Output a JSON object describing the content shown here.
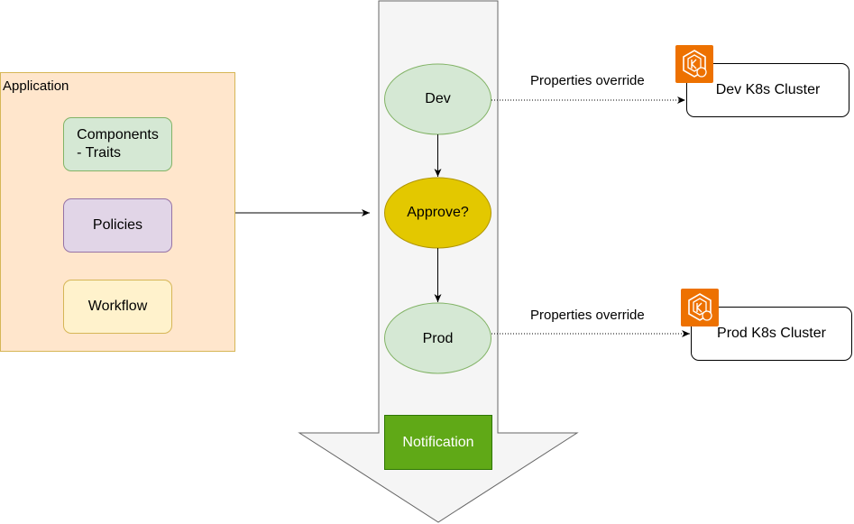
{
  "application": {
    "title": "Application",
    "components_label": "Components\n- Traits",
    "policies_label": "Policies",
    "workflow_label": "Workflow"
  },
  "workflow_steps": {
    "dev": "Dev",
    "approve": "Approve?",
    "prod": "Prod",
    "notification": "Notification"
  },
  "clusters": {
    "dev": "Dev K8s Cluster",
    "prod": "Prod K8s Cluster"
  },
  "edges": {
    "dev_override": "Properties override",
    "prod_override": "Properties override"
  },
  "icons": {
    "dev_cluster_icon": "kubernetes-eks-icon",
    "prod_cluster_icon": "kubernetes-eks-icon"
  },
  "colors": {
    "application_fill": "#ffe6cc",
    "components_fill": "#d5e8d4",
    "policies_fill": "#e1d5e7",
    "workflow_fill": "#fff2cc",
    "step_fill": "#d5e8d4",
    "approve_fill": "#e3c800",
    "notification_fill": "#60a917",
    "flow_arrow_fill": "#f5f5f5",
    "k8s_icon_fill": "#ed7100"
  }
}
